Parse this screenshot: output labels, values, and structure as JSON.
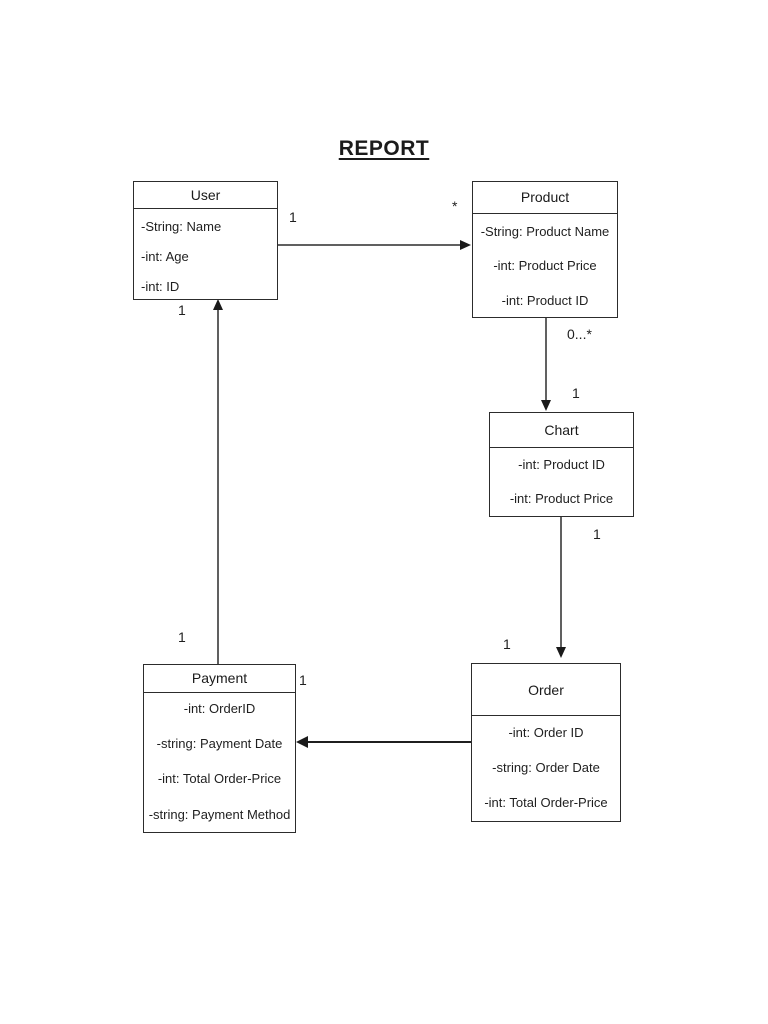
{
  "page": {
    "title": "REPORT"
  },
  "classes": {
    "user": {
      "name": "User",
      "attributes": [
        "-String: Name",
        "-int: Age",
        "-int: ID"
      ]
    },
    "product": {
      "name": "Product",
      "attributes": [
        "-String: Product Name",
        "-int: Product Price",
        "-int: Product ID"
      ]
    },
    "chart": {
      "name": "Chart",
      "attributes": [
        "-int: Product ID",
        "-int: Product Price"
      ]
    },
    "order": {
      "name": "Order",
      "attributes": [
        "-int: Order ID",
        "-string: Order Date",
        "-int: Total Order-Price"
      ]
    },
    "payment": {
      "name": "Payment",
      "attributes": [
        "-int: OrderID",
        "-string: Payment Date",
        "-int: Total Order-Price",
        "-string: Payment Method"
      ]
    }
  },
  "relationships": [
    {
      "from": "User",
      "to": "Product",
      "labels": {
        "from": "1",
        "to": "*"
      }
    },
    {
      "from": "Product",
      "to": "Chart",
      "labels": {
        "from": "0...*",
        "to": "1"
      }
    },
    {
      "from": "Chart",
      "to": "Order",
      "labels": {
        "from": "1",
        "to": "1"
      }
    },
    {
      "from": "Order",
      "to": "Payment",
      "labels": {
        "to": "1"
      }
    },
    {
      "from": "Payment",
      "to": "User",
      "labels": {
        "from": "1",
        "to": "1"
      }
    }
  ],
  "colors": {
    "line": "#2c2c2c",
    "text": "#1a1a1a",
    "background": "#ffffff"
  }
}
